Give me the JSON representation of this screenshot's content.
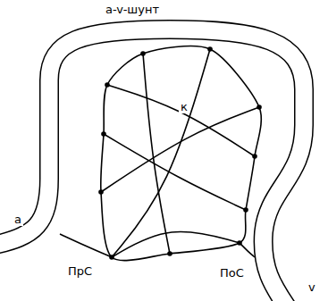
{
  "diagram": {
    "labels": [
      "a-v-шунт",
      "к",
      "ПрС",
      "ПоС",
      "a",
      "v"
    ]
  }
}
